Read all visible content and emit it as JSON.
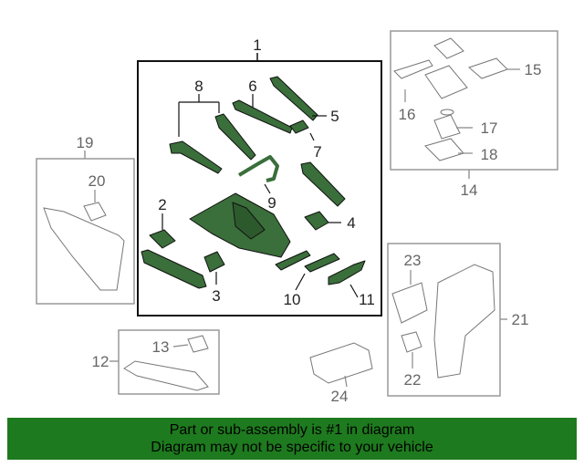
{
  "callouts": {
    "c1": "1",
    "c2": "2",
    "c3": "3",
    "c4": "4",
    "c5": "5",
    "c6": "6",
    "c7": "7",
    "c8": "8",
    "c9": "9",
    "c10": "10",
    "c11": "11",
    "c12": "12",
    "c13": "13",
    "c14": "14",
    "c15": "15",
    "c16": "16",
    "c17": "17",
    "c18": "18",
    "c19": "19",
    "c20": "20",
    "c21": "21",
    "c22": "22",
    "c23": "23",
    "c24": "24"
  },
  "footer": {
    "line1": "Part or sub-assembly is #1 in diagram",
    "line2": "Diagram may not be specific to your vehicle"
  },
  "colors": {
    "highlight_green": "#3a6e3a",
    "banner_green": "#1e7a1e",
    "outline_dark": "#111111",
    "outline_gray": "#999999"
  }
}
